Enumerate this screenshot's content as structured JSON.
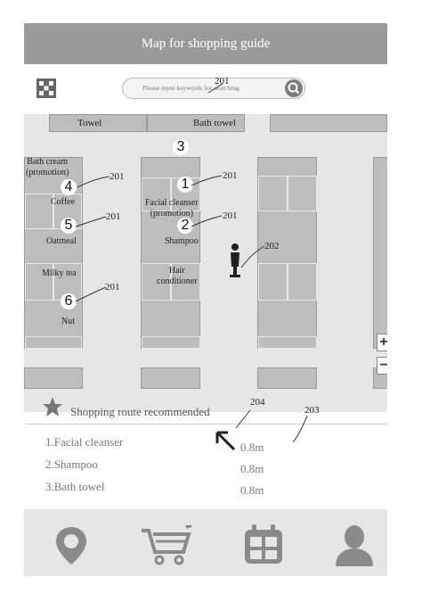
{
  "header": {
    "title": "Map for shopping guide"
  },
  "search": {
    "placeholder": "Please input keywords for searching",
    "ref": "201"
  },
  "map": {
    "top_labels": {
      "towel": "Towel",
      "bath_towel": "Bath towel"
    },
    "left_labels": {
      "bath_cream": "Bath cream\n(promotion)",
      "coffee": "Coffee",
      "oatmeal": "Oatmeal",
      "milky_tea": "Milky tea",
      "nut": "Nut"
    },
    "mid_labels": {
      "facial": "Facial cleanser\n(promotion)",
      "shampoo": "Shampoo",
      "hair": "Hair\nconditioner"
    },
    "markers": [
      "3",
      "4",
      "1",
      "5",
      "2",
      "6"
    ],
    "refs": {
      "r201": "201",
      "r202": "202"
    },
    "zoom_in": "+",
    "zoom_out": "−"
  },
  "route": {
    "title": "Shopping route recommended",
    "ref_204": "204",
    "ref_203": "203",
    "items": [
      {
        "name": "1.Facial cleanser",
        "distance": "0.8m"
      },
      {
        "name": "2.Shampoo",
        "distance": "0.8m"
      },
      {
        "name": "3.Bath towel",
        "distance": "0.8m"
      }
    ]
  },
  "nav": {
    "icons": [
      "location-icon",
      "cart-icon",
      "calendar-icon",
      "user-icon"
    ]
  },
  "colors": {
    "header": "#9a9a9a",
    "shelf": "#bdbdbd",
    "map_bg": "#e6e6e6",
    "icon": "#8a8a8a"
  }
}
